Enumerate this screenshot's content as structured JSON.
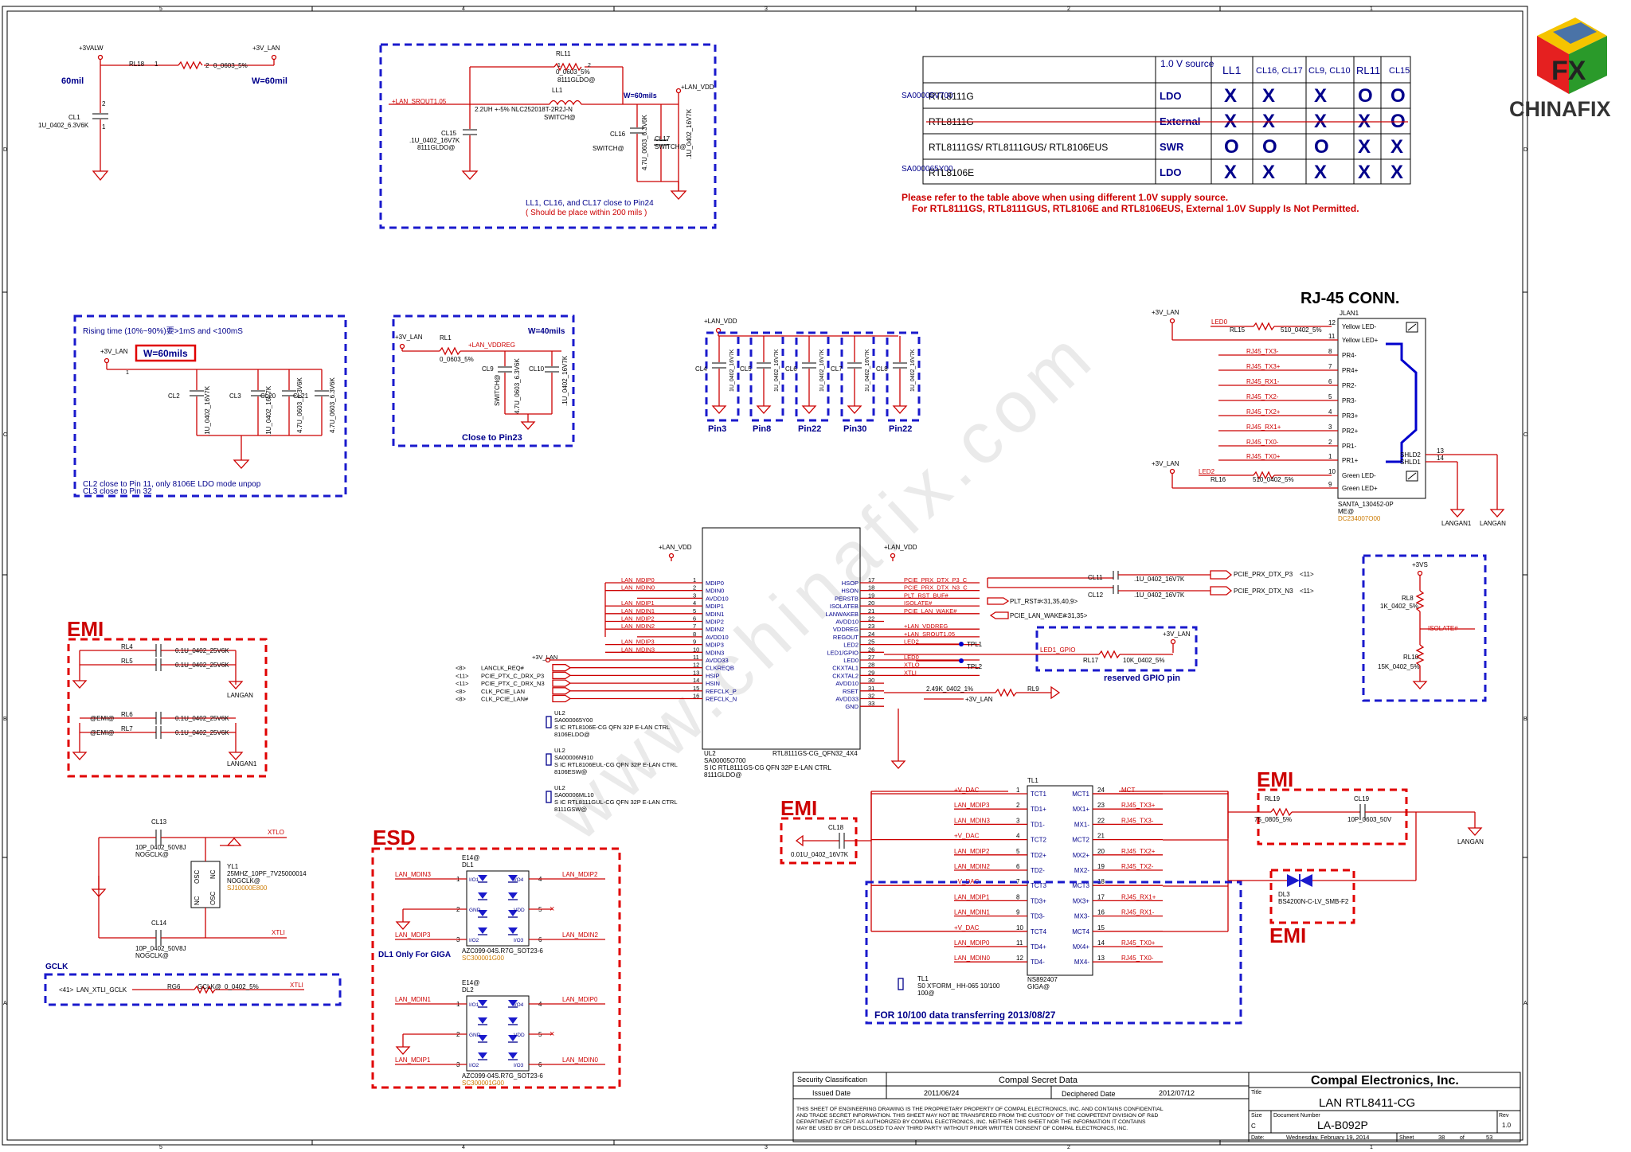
{
  "logo": {
    "text": "CHINAFIX",
    "mark": "FX"
  },
  "watermark": "www.chinafix.com",
  "border": {
    "cols": [
      "5",
      "4",
      "3",
      "2",
      "1"
    ],
    "rows": [
      "D",
      "C",
      "B",
      "A"
    ]
  },
  "power_cl1": {
    "net_left": "+3VALW",
    "net_right": "+3V_LAN",
    "part": "RL18",
    "pin1": "1",
    "pin2": "2",
    "value": "0_0603_5%",
    "w_left": "60mil",
    "w_right": "W=60mil",
    "cap": "CL1",
    "cap_value": "1U_0402_6.3V6K",
    "cap_pin1": "1",
    "cap_pin2": "2"
  },
  "ldo_block": {
    "rl11": "RL11",
    "rl11_value": "0_0603_5%",
    "rl11_opt": "8111GLDO@",
    "ll1": "LL1",
    "ll1_value": "2.2UH +-5% NLC252018T-2R2J-N",
    "ll1_opt": "SWITCH@",
    "net_in": "+LAN_SROUT1.05",
    "net_out": "+LAN_VDD",
    "width": "W=60mils",
    "cl15": "CL15",
    "cl15_value": ".1U_0402_16V7K",
    "cl15_opt": "8111GLDO@",
    "cl16": "CL16",
    "cl16_opt": "SWITCH@",
    "cl16_value": "4.7U_0603_6.3V6K",
    "cl17": "CL17",
    "cl17_opt": "SWITCH@",
    "cl17_value": ".1U_0402_16V7K",
    "note1": "LL1, CL16, and CL17 close to Pin24",
    "note2": "( Should be place within 200 mils )"
  },
  "supply_table": {
    "headers": [
      "1.0 V source",
      "LL1",
      "CL16, CL17",
      "CL9, CL10",
      "RL11",
      "CL15"
    ],
    "rows": [
      {
        "part": "RTL8111G",
        "source": "LDO",
        "marks": [
          "X",
          "X",
          "X",
          "O",
          "O"
        ],
        "side": "SA00005V700",
        "struck": false
      },
      {
        "part": "RTL8111G",
        "source": "External",
        "marks": [
          "X",
          "X",
          "X",
          "X",
          "O"
        ],
        "side": "",
        "struck": true
      },
      {
        "part": "RTL8111GS/ RTL8111GUS/ RTL8106EUS",
        "source": "SWR",
        "marks": [
          "O",
          "O",
          "O",
          "X",
          "X"
        ],
        "side": "",
        "struck": false
      },
      {
        "part": "RTL8106E",
        "source": "LDO",
        "marks": [
          "X",
          "X",
          "X",
          "X",
          "X"
        ],
        "side": "SA000065Y00",
        "struck": false
      }
    ],
    "note1": "Please refer to the table above when using different 1.0V supply source.",
    "note2": "For RTL8111GS, RTL8111GUS, RTL8106E and RTL8106EUS, External 1.0V Supply Is Not Permitted."
  },
  "rise_block": {
    "title": "Rising time (10%~90%)要>1mS and <100mS",
    "net": "+3V_LAN",
    "width": "W=60mils",
    "caps": [
      {
        "ref": "CL2",
        "value": ".1U_0402_16V7K"
      },
      {
        "ref": "CL3",
        "value": ".1U_0402_16V7K"
      },
      {
        "ref": "CL20",
        "value": "4.7U_0603_6.3V6K"
      },
      {
        "ref": "CL21",
        "value": "4.7U_0603_6.3V6K"
      }
    ],
    "note1": "CL2 close to Pin 11, only 8106E LDO mode unpop",
    "note2": "CL3 close to Pin 32"
  },
  "reg_block": {
    "net_in": "+3V_LAN",
    "res": "RL1",
    "res_value": "0_0603_5%",
    "net_out": "+LAN_VDDREG",
    "width": "W=40mils",
    "cl9": "CL9",
    "cl9_opt": "SWITCH@",
    "cl9_value": "4.7U_0603_6.3V6K",
    "cl10": "CL10",
    "cl10_value": ".1U_0402_16V7K",
    "note": "Close to Pin23"
  },
  "decoupling": {
    "net": "+LAN_VDD",
    "value": "1U_0402_16V7K",
    "groups": [
      {
        "cap": "CL4",
        "pin": "Pin3"
      },
      {
        "cap": "CL5",
        "pin": "Pin8"
      },
      {
        "cap": "CL6",
        "pin": "Pin22"
      },
      {
        "cap": "CL7",
        "pin": "Pin30"
      },
      {
        "cap": "CL8",
        "pin": "Pin22"
      }
    ]
  },
  "rj45": {
    "title": "RJ-45 CONN.",
    "ref": "JLAN1",
    "net_top": "+3V_LAN",
    "net_bot": "+3V_LAN",
    "led0": "LED0",
    "rl15": "RL15",
    "rl15_value": "510_0402_5%",
    "led2": "LED2",
    "rl16": "RL16",
    "rl16_value": "510_0402_5%",
    "pins_left": [
      {
        "num": "12",
        "label": "Yellow LED-"
      },
      {
        "num": "11",
        "label": "Yellow LED+"
      },
      {
        "num": "8",
        "label": "PR4-",
        "net": "RJ45_TX3-"
      },
      {
        "num": "7",
        "label": "PR4+",
        "net": "RJ45_TX3+"
      },
      {
        "num": "6",
        "label": "PR2-",
        "net": "RJ45_RX1-"
      },
      {
        "num": "5",
        "label": "PR3-",
        "net": "RJ45_TX2-"
      },
      {
        "num": "4",
        "label": "PR3+",
        "net": "RJ45_TX2+"
      },
      {
        "num": "3",
        "label": "PR2+",
        "net": "RJ45_RX1+"
      },
      {
        "num": "2",
        "label": "PR1-",
        "net": "RJ45_TX0-"
      },
      {
        "num": "1",
        "label": "PR1+",
        "net": "RJ45_TX0+"
      },
      {
        "num": "10",
        "label": "Green LED-"
      },
      {
        "num": "9",
        "label": "Green LED+"
      }
    ],
    "shield_pins": [
      "13",
      "14"
    ],
    "shield_labels": [
      "SHLD2",
      "SHLD1"
    ],
    "part": "SANTA_130452-0P",
    "opt": "ME@",
    "code": "DC234007O00",
    "gnd_left": "LANGAN1",
    "gnd_right": "LANGAN"
  },
  "chip": {
    "ref": "UL2",
    "name": "RTL8111GS-CG_QFN32_4X4",
    "vdd_left": "+LAN_VDD",
    "vdd_right": "+LAN_VDD",
    "left_pins": [
      {
        "num": "1",
        "name": "MDIP0",
        "net": "LAN_MDIP0"
      },
      {
        "num": "2",
        "name": "MDIN0",
        "net": "LAN_MDIN0"
      },
      {
        "num": "3",
        "name": "AVDD10",
        "net": ""
      },
      {
        "num": "4",
        "name": "MDIP1",
        "net": "LAN_MDIP1"
      },
      {
        "num": "5",
        "name": "MDIN1",
        "net": "LAN_MDIN1"
      },
      {
        "num": "6",
        "name": "MDIP2",
        "net": "LAN_MDIP2"
      },
      {
        "num": "7",
        "name": "MDIN2",
        "net": "LAN_MDIN2"
      },
      {
        "num": "8",
        "name": "AVDD10",
        "net": ""
      },
      {
        "num": "9",
        "name": "MDIP3",
        "net": "LAN_MDIP3"
      },
      {
        "num": "10",
        "name": "MDIN3",
        "net": "LAN_MDIN3"
      },
      {
        "num": "11",
        "name": "AVDD33",
        "net": "+3V_LAN"
      },
      {
        "num": "12",
        "name": "CLKREQB",
        "net": "LANCLK_REQ#"
      },
      {
        "num": "13",
        "name": "HSIP",
        "net": "PCIE_PTX_C_DRX_P3"
      },
      {
        "num": "14",
        "name": "HSIN",
        "net": "PCIE_PTX_C_DRX_N3"
      },
      {
        "num": "15",
        "name": "REFCLK_P",
        "net": "CLK_PCIE_LAN"
      },
      {
        "num": "16",
        "name": "REFCLK_N",
        "net": "CLK_PCIE_LAN#"
      }
    ],
    "left_refs": [
      "",
      "",
      "",
      "",
      "",
      "",
      "",
      "",
      "",
      "",
      "",
      "<8>",
      "<11>",
      "<11>",
      "<8>",
      "<8>"
    ],
    "right_pins": [
      {
        "num": "17",
        "name": "HSOP",
        "net": "PCIE_PRX_DTX_P3_C"
      },
      {
        "num": "18",
        "name": "HSON",
        "net": "PCIE_PRX_DTX_N3_C"
      },
      {
        "num": "19",
        "name": "PERSTB",
        "net": "PLT_RST_BUF#"
      },
      {
        "num": "20",
        "name": "ISOLATEB",
        "net": "ISOLATE#"
      },
      {
        "num": "21",
        "name": "LANWAKEB",
        "net": "PCIE_LAN_WAKE#"
      },
      {
        "num": "22",
        "name": "AVDD10",
        "net": ""
      },
      {
        "num": "23",
        "name": "VDDREG",
        "net": "+LAN_VDDREG"
      },
      {
        "num": "24",
        "name": "REGOUT",
        "net": "+LAN_SROUT1.05"
      },
      {
        "num": "25",
        "name": "LED2",
        "net": "LED2"
      },
      {
        "num": "26",
        "name": "LED1/GPIO",
        "net": ""
      },
      {
        "num": "27",
        "name": "LED0",
        "net": "LED0"
      },
      {
        "num": "28",
        "name": "CKXTAL1",
        "net": "XTLO"
      },
      {
        "num": "29",
        "name": "CKXTAL2",
        "net": "XTLI"
      },
      {
        "num": "30",
        "name": "AVDD10",
        "net": ""
      },
      {
        "num": "31",
        "name": "RSET",
        "net": ""
      },
      {
        "num": "32",
        "name": "AVDD33",
        "net": ""
      },
      {
        "num": "33",
        "name": "GND",
        "net": ""
      }
    ],
    "plt_rst": "PLT_RST#",
    "plt_rst_ref": "<31,35,40,9>",
    "wake": "PCIE_LAN_WAKE#",
    "wake_ref": "<31,35>",
    "cl11": "CL11",
    "cl11_value": ".1U_0402_16V7K",
    "cl12": "CL12",
    "cl12_value": ".1U_0402_16V7K",
    "prx_p": "PCIE_PRX_DTX_P3",
    "prx_n": "PCIE_PRX_DTX_N3",
    "prx_ref": "<11>",
    "tpl1": "TPL1",
    "tpl2": "TPL2",
    "rl9": "RL9",
    "rl9_value": "2.49K_0402_1%",
    "rset_net": "+3V_LAN",
    "gpio_title": "reserved GPIO pin",
    "gpio_net": "+3V_LAN",
    "gpio_led": "LED1_GPIO",
    "rl17": "RL17",
    "rl17_value": "10K_0402_5%",
    "variants": [
      {
        "ref": "UL2",
        "code": "SA000065Y00",
        "desc": "S IC RTL8106E-CG QFN 32P E-LAN CTRL",
        "opt": "8106ELDO@"
      },
      {
        "ref": "UL2",
        "code": "SA00006N910",
        "desc": "S IC RTL8106EUL-CG QFN 32P E-LAN CTRL",
        "opt": "8106ESW@"
      },
      {
        "ref": "UL2",
        "code": "SA00006ML10",
        "desc": "S IC RTL8111GUL-CG QFN 32P E-LAN CTRL",
        "opt": "8111GSW@"
      }
    ],
    "main_code": "SA00005O700",
    "main_desc": "S IC RTL8111GS-CG QFN 32P E-LAN CTRL",
    "main_opt": "8111GLDO@"
  },
  "isolate": {
    "net": "+3VS",
    "rl8": "RL8",
    "rl8_value": "1K_0402_5%",
    "label": "ISOLATE#",
    "rl10": "RL10",
    "rl10_value": "15K_0402_5%"
  },
  "emi1": {
    "title": "EMI",
    "rows": [
      {
        "ref": "RL4",
        "value": "0.1U_0402_25V6K",
        "opt": ""
      },
      {
        "ref": "RL5",
        "value": "0.1U_0402_25V6K",
        "opt": ""
      },
      {
        "ref": "RL6",
        "value": "0.1U_0402_25V6K",
        "opt": "@EMI@"
      },
      {
        "ref": "RL7",
        "value": "0.1U_0402_25V6K",
        "opt": "@EMI@"
      }
    ],
    "gnd1": "LANGAN",
    "gnd2": "LANGAN1"
  },
  "crystal": {
    "cl13": "CL13",
    "cl13_value": "10P_0402_50V8J",
    "cl13_opt": "NOGCLK@",
    "cl14": "CL14",
    "cl14_value": "10P_0402_50V8J",
    "cl14_opt": "NOGCLK@",
    "yl1": "YL1",
    "yl1_value": "25MHZ_10PF_7V25000014",
    "yl1_opt": "NOGCLK@",
    "yl1_code": "SJ10000E800",
    "xtlo": "XTLO",
    "xtli": "XTLI",
    "pins": [
      "OSC",
      "NC",
      "NC",
      "OSC"
    ]
  },
  "gclk": {
    "title": "GCLK",
    "ref_in": "<41>",
    "net": "LAN_XTLI_GCLK",
    "rg6": "RG6",
    "opt": "GCLK@",
    "value": "0_0402_5%",
    "out": "XTLI"
  },
  "esd": {
    "title": "ESD",
    "note": "DL1 Only For GIGA",
    "dl1": {
      "opt": "E14@",
      "ref": "DL1",
      "nets_left": [
        "LAN_MDIN3",
        "LAN_MDIP3"
      ],
      "nets_right": [
        "LAN_MDIP2",
        "LAN_MDIN2"
      ],
      "part": "AZC099-04S.R7G_SOT23-6",
      "code": "SC300001G00"
    },
    "dl2": {
      "opt": "E14@",
      "ref": "DL2",
      "nets_left": [
        "LAN_MDIN1",
        "LAN_MDIP1"
      ],
      "nets_right": [
        "LAN_MDIP0",
        "LAN_MDIN0"
      ],
      "part": "AZC099-04S.R7G_SOT23-6",
      "code": "SC300001G00"
    },
    "pin_names": [
      "I/O1",
      "GND",
      "I/O2",
      "I/O4",
      "VDD",
      "I/O3"
    ]
  },
  "emi2": {
    "title": "EMI",
    "cap": "CL18",
    "value": "0.01U_0402_16V7K"
  },
  "transformer": {
    "ref": "TL1",
    "part": "NS892407",
    "opt": "GIGA@",
    "left": [
      {
        "num": "1",
        "name": "TCT1",
        "net": "+V_DAC"
      },
      {
        "num": "2",
        "name": "TD1+",
        "net": "LAN_MDIP3"
      },
      {
        "num": "3",
        "name": "TD1-",
        "net": "LAN_MDIN3"
      },
      {
        "num": "4",
        "name": "TCT2",
        "net": "+V_DAC"
      },
      {
        "num": "5",
        "name": "TD2+",
        "net": "LAN_MDIP2"
      },
      {
        "num": "6",
        "name": "TD2-",
        "net": "LAN_MDIN2"
      },
      {
        "num": "7",
        "name": "TCT3",
        "net": "+V_DAC"
      },
      {
        "num": "8",
        "name": "TD3+",
        "net": "LAN_MDIP1"
      },
      {
        "num": "9",
        "name": "TD3-",
        "net": "LAN_MDIN1"
      },
      {
        "num": "10",
        "name": "TCT4",
        "net": "+V_DAC"
      },
      {
        "num": "11",
        "name": "TD4+",
        "net": "LAN_MDIP0"
      },
      {
        "num": "12",
        "name": "TD4-",
        "net": "LAN_MDIN0"
      }
    ],
    "right": [
      {
        "num": "24",
        "name": "MCT1",
        "net": "MCT"
      },
      {
        "num": "23",
        "name": "MX1+",
        "net": "RJ45_TX3+"
      },
      {
        "num": "22",
        "name": "MX1-",
        "net": "RJ45_TX3-"
      },
      {
        "num": "21",
        "name": "MCT2",
        "net": ""
      },
      {
        "num": "20",
        "name": "MX2+",
        "net": "RJ45_TX2+"
      },
      {
        "num": "19",
        "name": "MX2-",
        "net": "RJ45_TX2-"
      },
      {
        "num": "18",
        "name": "MCT3",
        "net": ""
      },
      {
        "num": "17",
        "name": "MX3+",
        "net": "RJ45_RX1+"
      },
      {
        "num": "16",
        "name": "MX3-",
        "net": "RJ45_RX1-"
      },
      {
        "num": "15",
        "name": "MCT4",
        "net": ""
      },
      {
        "num": "14",
        "name": "MX4+",
        "net": "RJ45_TX0+"
      },
      {
        "num": "13",
        "name": "MX4-",
        "net": "RJ45_TX0-"
      }
    ],
    "alt": {
      "ref": "TL1",
      "code": "S0 X'FORM_ HH-065 10/100",
      "opt": "100@"
    },
    "note": "FOR 10/100 data transferring  2013/08/27"
  },
  "emi3": {
    "title": "EMI",
    "rl19": "RL19",
    "rl19_value": "75_0805_5%",
    "cl19": "CL19",
    "cl19_value": "10P_0603_50V",
    "gnd": "LANGAN"
  },
  "emi4": {
    "title": "EMI",
    "ref": "DL3",
    "part": "BS4200N-C-LV_SMB-F2"
  },
  "title_block": {
    "security_label": "Security Classification",
    "security": "Compal Secret Data",
    "issued_label": "Issued Date",
    "issued": "2011/06/24",
    "decipher_label": "Deciphered Date",
    "decipher": "2012/07/12",
    "company": "Compal Electronics, Inc.",
    "title_label": "Title",
    "title": "LAN RTL8411-CG",
    "size_label": "Size",
    "size": "C",
    "doc_label": "Document Number",
    "doc": "LA-B092P",
    "rev_label": "Rev",
    "rev": "1.0",
    "date_label": "Date:",
    "date": "Wednesday, February 19, 2014",
    "sheet_label": "Sheet",
    "sheet": "38",
    "of_label": "of",
    "of": "53",
    "legal1": "THIS SHEET OF ENGINEERING DRAWING IS THE PROPRIETARY PROPERTY OF COMPAL ELECTRONICS, INC. AND CONTAINS CONFIDENTIAL",
    "legal2": "AND TRADE SECRET INFORMATION. THIS SHEET MAY NOT BE TRANSFERED FROM THE CUSTODY OF THE COMPETENT DIVISION OF R&D",
    "legal3": "DEPARTMENT EXCEPT AS AUTHORIZED BY COMPAL ELECTRONICS, INC. NEITHER THIS SHEET NOR THE INFORMATION IT CONTAINS",
    "legal4": "MAY BE USED BY OR DISCLOSED TO ANY THIRD PARTY WITHOUT PRIOR WRITTEN CONSENT OF COMPAL ELECTRONICS, INC."
  }
}
